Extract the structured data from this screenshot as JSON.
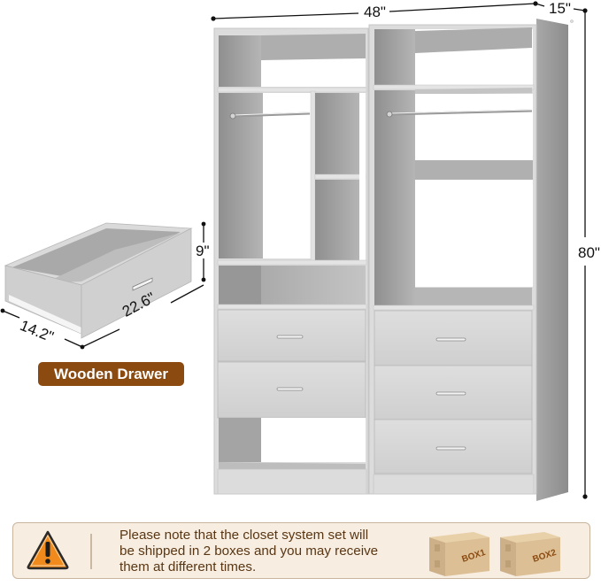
{
  "dimensions": {
    "width": "48\"",
    "depth": "15\"",
    "height": "80\""
  },
  "drawer": {
    "height": "9\"",
    "width": "22.6\"",
    "depth": "14.2\"",
    "label": "Wooden Drawer"
  },
  "notice": {
    "icon": "warning-icon",
    "line1": "Please note that the closet system set will",
    "line2": "be shipped in 2 boxes and you may receive",
    "line3": "them at different times.",
    "boxes": [
      "BOX1",
      "BOX2"
    ]
  },
  "colors": {
    "badge_bg": "#8a4a10",
    "notice_bg": "#f7ede0",
    "notice_text": "#5a3714",
    "warning_orange": "#f08a1c",
    "cabinet_light": "#d8d8d8",
    "cabinet_dark": "#9a9a9a",
    "cardboard": "#d9b98a"
  }
}
